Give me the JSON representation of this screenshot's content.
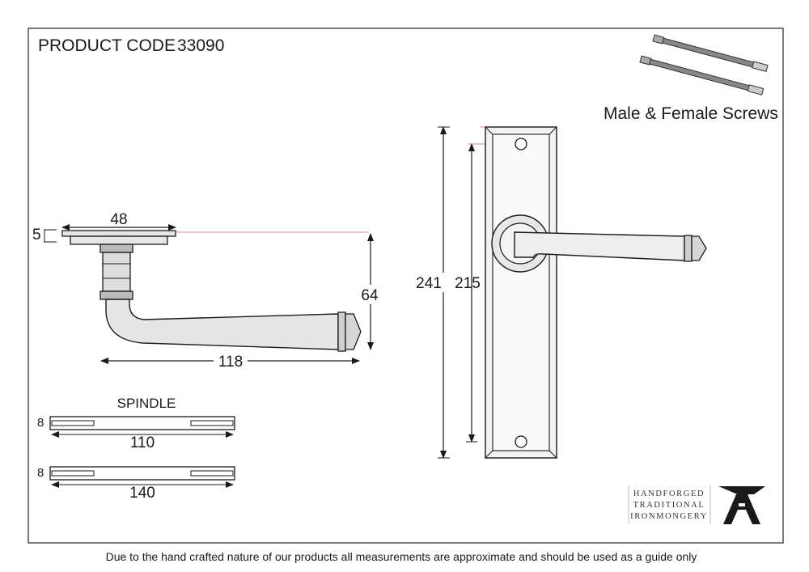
{
  "product_code_label": "PRODUCT CODE",
  "product_code": "33090",
  "screws_label": "Male & Female Screws",
  "dimensions": {
    "rose_width": "48",
    "rose_thickness": "5",
    "lever_height": "64",
    "lever_length": "118",
    "plate_height": "241",
    "fixing_centres": "215"
  },
  "spindle": {
    "title": "SPINDLE",
    "short": {
      "size": "8",
      "length": "110"
    },
    "long": {
      "size": "8",
      "length": "140"
    }
  },
  "brand": {
    "line1": "HANDFORGED",
    "line2": "TRADITIONAL",
    "line3": "IRONMONGERY"
  },
  "footer_note": "Due to the hand crafted nature of our products all measurements are approximate and should be used as a guide only",
  "colors": {
    "ink": "#1a1a1a",
    "leader": "#d88a9a",
    "frame": "#333333"
  }
}
